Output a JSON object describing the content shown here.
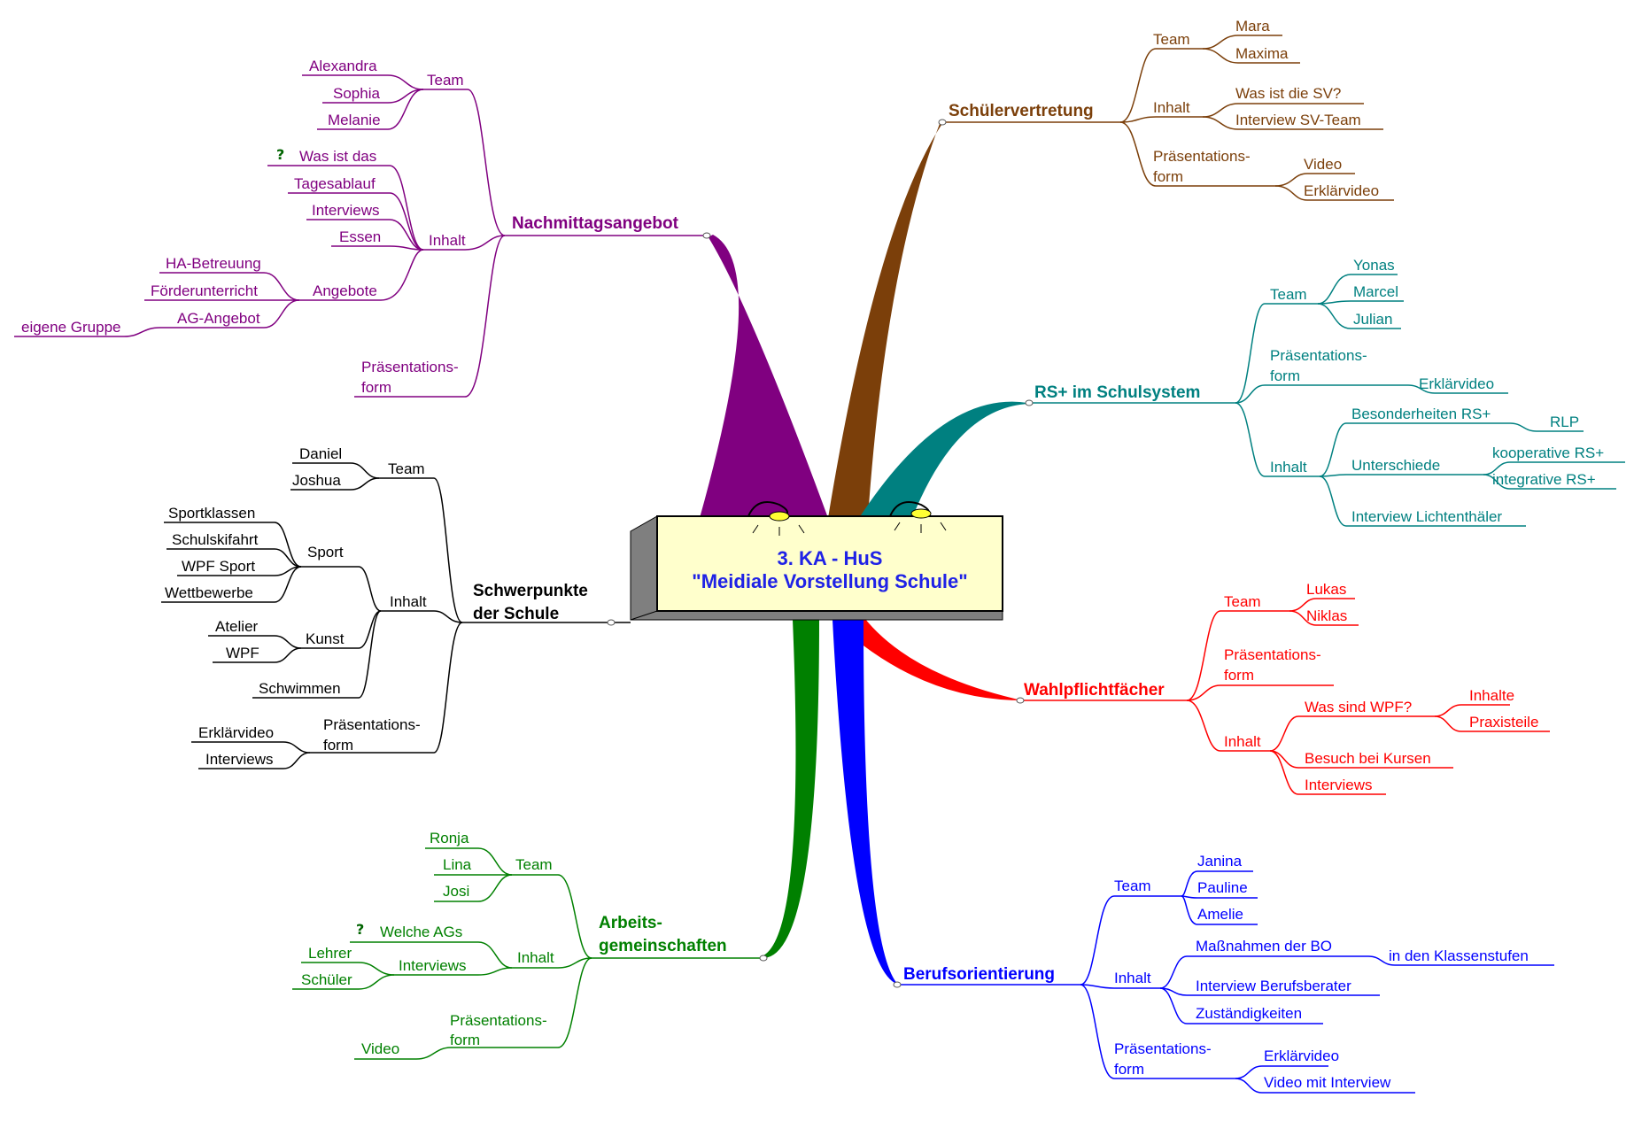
{
  "center": {
    "line1": "3. KA - HuS",
    "line2": "\"Meidiale Vorstellung Schule\""
  },
  "colors": {
    "nachmittag": "#800080",
    "schueler": "#7b3f0a",
    "rs": "#008080",
    "wahl": "#ff0000",
    "beruf": "#0000ff",
    "arbeit": "#008000",
    "schwer": "#000000",
    "lamp": "#ffff33",
    "box_face": "#ffffcc",
    "box_side": "#7f7f7f"
  },
  "nachmittag": {
    "title": "Nachmittagsangebot",
    "team": "Team",
    "alexandra": "Alexandra",
    "sophia": "Sophia",
    "melanie": "Melanie",
    "inhalt": "Inhalt",
    "was_ist": "Was ist das",
    "tagesablauf": "Tagesablauf",
    "interviews": "Interviews",
    "essen": "Essen",
    "angebote": "Angebote",
    "ha": "HA-Betreuung",
    "foerder": "Förderunterricht",
    "ag": "AG-Angebot",
    "eigene": "eigene Gruppe",
    "praes1": "Präsentations-",
    "praes2": "form"
  },
  "schueler": {
    "title": "Schülervertretung",
    "team": "Team",
    "mara": "Mara",
    "maxima": "Maxima",
    "inhalt": "Inhalt",
    "was_sv": "Was ist die SV?",
    "interview_sv": "Interview SV-Team",
    "praes1": "Präsentations-",
    "praes2": "form",
    "video": "Video",
    "erklaer": "Erklärvideo"
  },
  "rs": {
    "title": "RS+ im Schulsystem",
    "team": "Team",
    "yonas": "Yonas",
    "marcel": "Marcel",
    "julian": "Julian",
    "praes1": "Präsentations-",
    "praes2": "form",
    "erklaer": "Erklärvideo",
    "inhalt": "Inhalt",
    "besonder": "Besonderheiten RS+",
    "rlp": "RLP",
    "unterschiede": "Unterschiede",
    "koop": "kooperative RS+",
    "integ": "integrative RS+",
    "interview_l": "Interview Lichtenthäler"
  },
  "wahl": {
    "title": "Wahlpflichtfächer",
    "team": "Team",
    "lukas": "Lukas",
    "niklas": "Niklas",
    "praes1": "Präsentations-",
    "praes2": "form",
    "inhalt": "Inhalt",
    "was_wpf": "Was sind WPF?",
    "inhalte": "Inhalte",
    "praxis": "Praxisteile",
    "besuch": "Besuch bei Kursen",
    "interviews": "Interviews"
  },
  "beruf": {
    "title": "Berufsorientierung",
    "team": "Team",
    "janina": "Janina",
    "pauline": "Pauline",
    "amelie": "Amelie",
    "inhalt": "Inhalt",
    "massnahmen": "Maßnahmen der BO",
    "klassen": "in den Klassenstufen",
    "interview_b": "Interview Berufsberater",
    "zustaendig": "Zuständigkeiten",
    "praes1": "Präsentations-",
    "praes2": "form",
    "erklaer": "Erklärvideo",
    "video_int": "Video mit Interview"
  },
  "arbeit": {
    "title1": "Arbeits-",
    "title2": "gemeinschaften",
    "team": "Team",
    "ronja": "Ronja",
    "lina": "Lina",
    "josi": "Josi",
    "inhalt": "Inhalt",
    "welche": "Welche AGs",
    "interviews": "Interviews",
    "lehrer": "Lehrer",
    "schueler": "Schüler",
    "praes1": "Präsentations-",
    "praes2": "form",
    "video": "Video"
  },
  "schwer": {
    "title1": "Schwerpunkte",
    "title2": "der Schule",
    "team": "Team",
    "daniel": "Daniel",
    "joshua": "Joshua",
    "inhalt": "Inhalt",
    "sport": "Sport",
    "sportklassen": "Sportklassen",
    "skifahrt": "Schulskifahrt",
    "wpf_sport": "WPF Sport",
    "wettbewerbe": "Wettbewerbe",
    "kunst": "Kunst",
    "atelier": "Atelier",
    "wpf": "WPF",
    "schwimmen": "Schwimmen",
    "praes1": "Präsentations-",
    "praes2": "form",
    "erklaer": "Erklärvideo",
    "interviews": "Interviews"
  }
}
